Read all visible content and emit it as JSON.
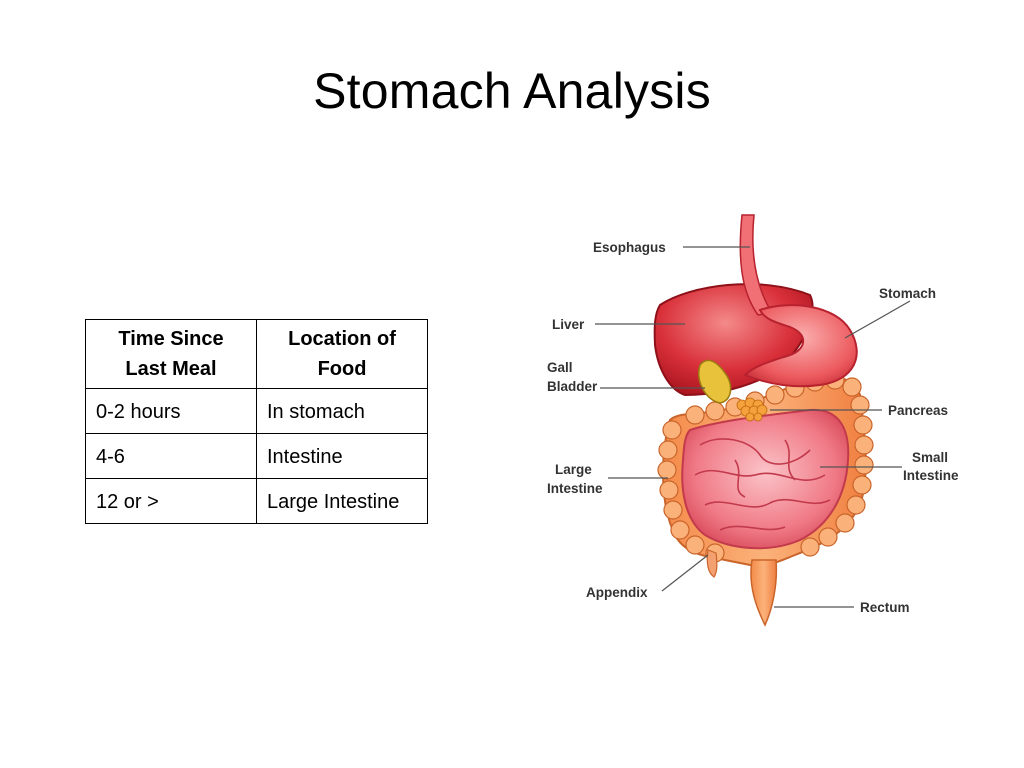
{
  "slide": {
    "title": "Stomach Analysis"
  },
  "table": {
    "headers": [
      "Time Since Last Meal",
      "Location of Food"
    ],
    "rows": [
      [
        "0-2 hours",
        "In stomach"
      ],
      [
        "4-6",
        "Intestine"
      ],
      [
        "12 or >",
        "Large Intestine"
      ]
    ]
  },
  "diagram": {
    "labels": {
      "esophagus": "Esophagus",
      "liver": "Liver",
      "gall_1": "Gall",
      "gall_2": "Bladder",
      "stomach": "Stomach",
      "pancreas": "Pancreas",
      "small_1": "Small",
      "small_2": "Intestine",
      "large_1": "Large",
      "large_2": "Intestine",
      "appendix": "Appendix",
      "rectum": "Rectum"
    }
  }
}
